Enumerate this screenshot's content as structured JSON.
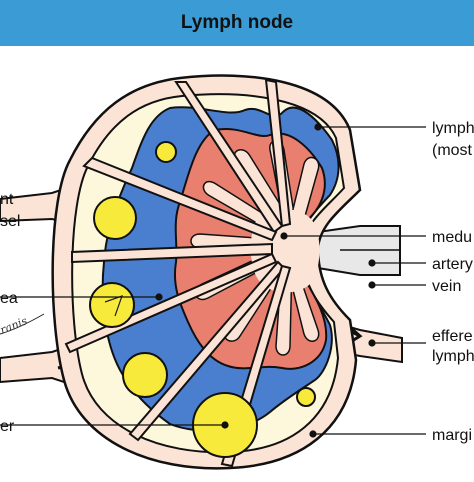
{
  "header": {
    "title": "Lymph node"
  },
  "labels": {
    "lymph_line1": "lymph",
    "lymph_line2": "(most",
    "medulla": "medu",
    "artery": "artery",
    "vein": "vein",
    "efferent_line1": "effere",
    "efferent_line2": "lymph",
    "margin": "margi",
    "afferent_line1": "nt",
    "afferent_line2": "sel",
    "cortex": "ea",
    "handwritten": "ranis",
    "germinal": "er"
  },
  "colors": {
    "header": "#3a9bd5",
    "capsule": "#fbe3d6",
    "cortex_bg": "#fdf7dc",
    "paracortex": "#4a7ecf",
    "medulla": "#e9806f",
    "follicle": "#f8ea3a"
  }
}
